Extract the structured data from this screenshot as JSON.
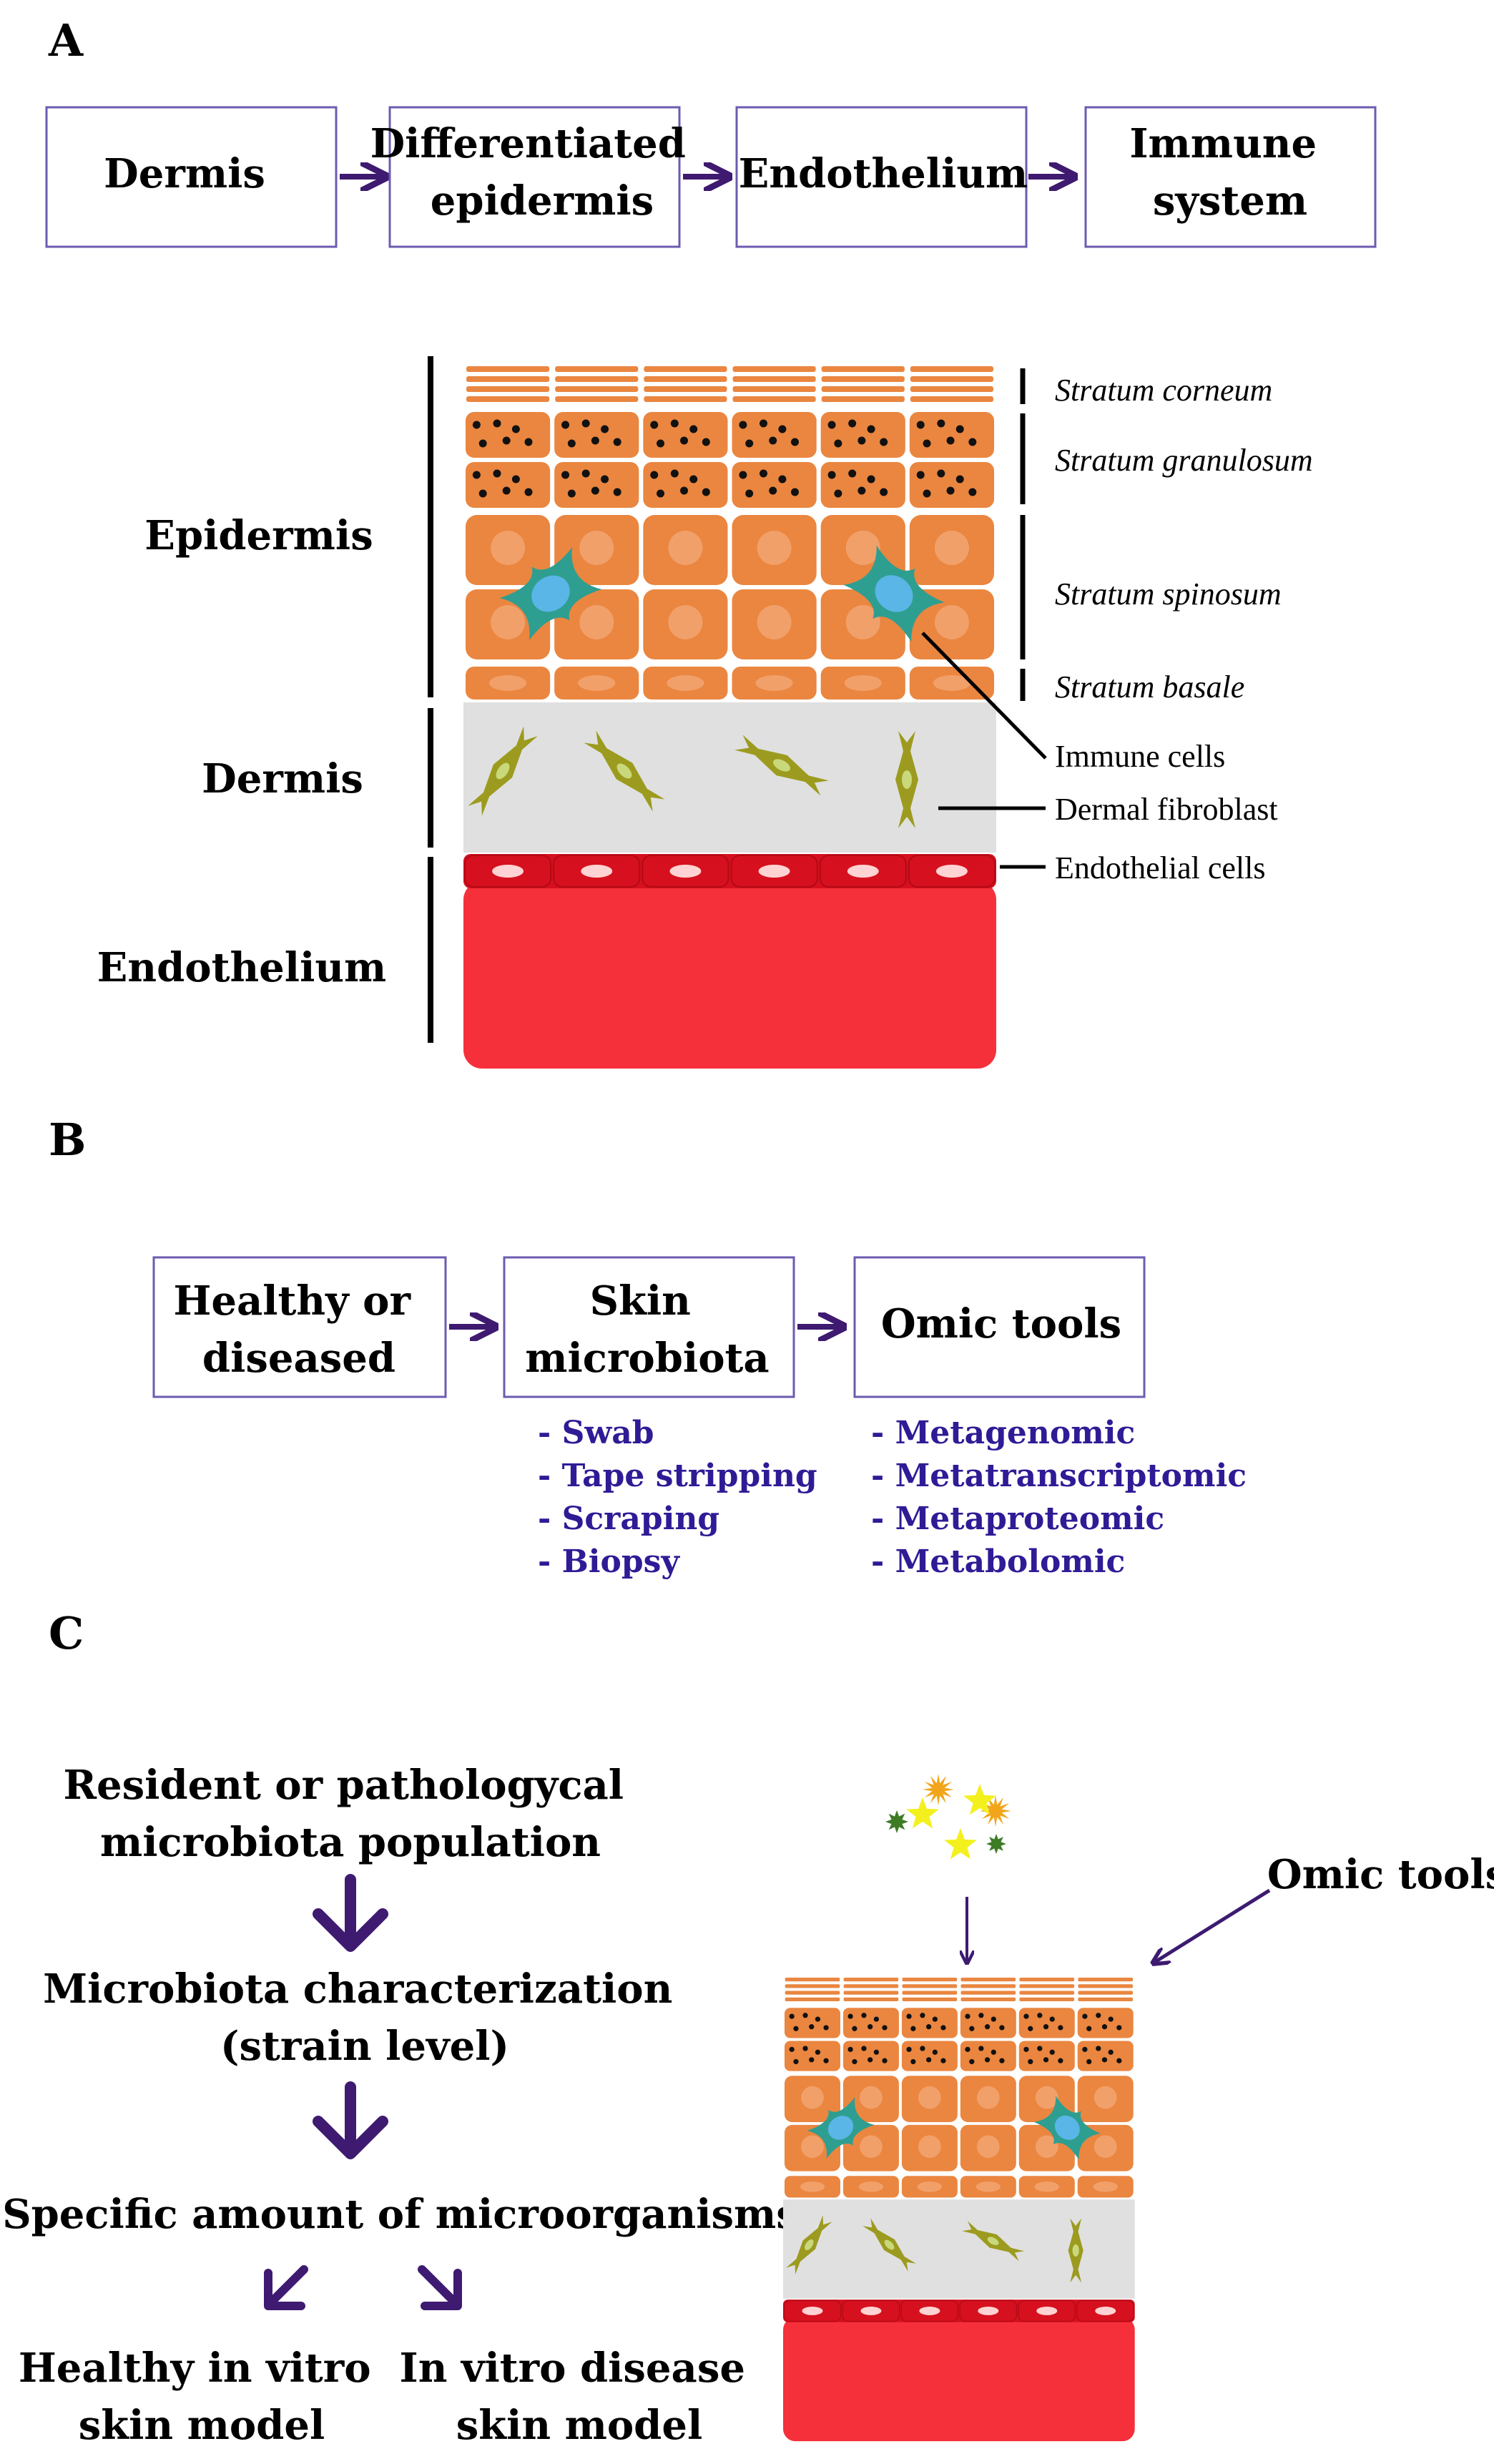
{
  "panels": {
    "a": {
      "label": "A",
      "flow": [
        "Dermis",
        [
          "Differentiated",
          "epidermis"
        ],
        "Endothelium",
        [
          "Immune",
          "system"
        ]
      ],
      "regions": [
        "Epidermis",
        "Dermis",
        "Endothelium"
      ],
      "layers": [
        "Stratum corneum",
        "Stratum granulosum",
        "Stratum spinosum",
        "Stratum basale"
      ],
      "cells": [
        "Immune cells",
        "Dermal fibroblast",
        "Endothelial cells"
      ]
    },
    "b": {
      "label": "B",
      "flow": [
        [
          "Healthy or",
          "diseased"
        ],
        [
          "Skin",
          "microbiota"
        ],
        "Omic tools"
      ],
      "sampling": [
        "- Swab",
        "- Tape stripping",
        "- Scraping",
        "- Biopsy"
      ],
      "omics": [
        "- Metagenomic",
        "- Metatranscriptomic",
        "- Metaproteomic",
        "- Metabolomic"
      ]
    },
    "c": {
      "label": "C",
      "steps": [
        [
          "Resident or pathologycal",
          "microbiota population"
        ],
        [
          "Microbiota characterization",
          "(strain level)"
        ],
        "Specific amount of microorganisms"
      ],
      "outcomes": [
        [
          "Healthy in vitro",
          "skin model"
        ],
        [
          "In vitro disease",
          "skin model"
        ]
      ],
      "omic_label": "Omic tools"
    }
  },
  "colors": {
    "box_border": "#6d5bb0",
    "arrow": "#3e1a70",
    "list_text": "#2f1b96",
    "orange": "#ea8640",
    "orange_light": "#f2a06a",
    "immune": "#2e9e90",
    "nucleus": "#59b6e6",
    "fibroblast": "#9c9b1f",
    "dermis_bg": "#e0e0e0",
    "endo_dark": "#d6101e",
    "endo": "#f5303b"
  }
}
